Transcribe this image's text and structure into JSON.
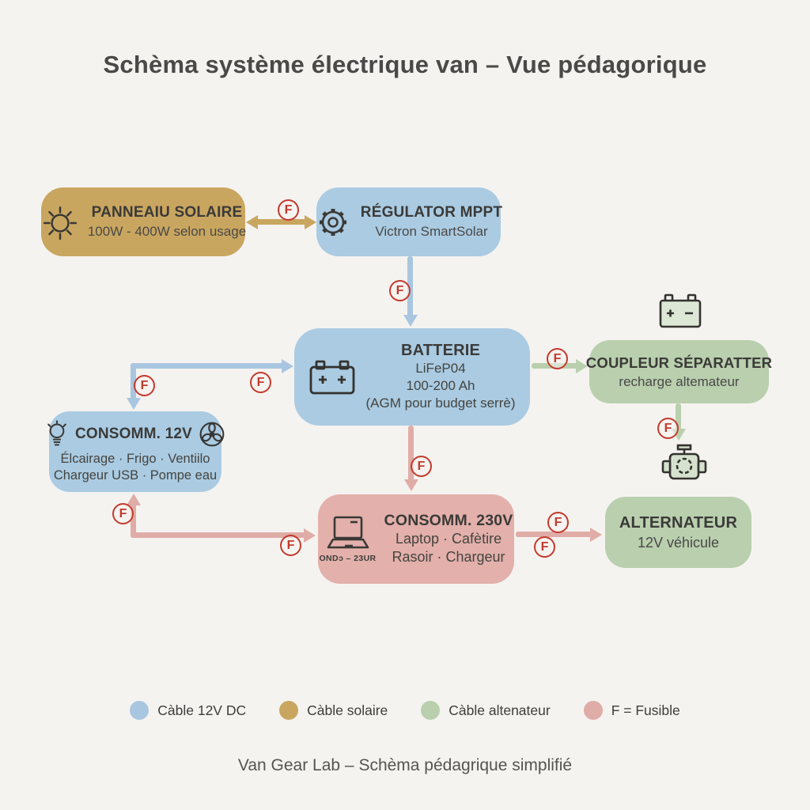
{
  "title": "Schèma système électrique van – Vue pédagorique",
  "nodes": {
    "solar_panel": {
      "name": "PANNEAIU SOLAIRE",
      "detail": "100W - 400W selon usage"
    },
    "mppt_regulator": {
      "name": "RÉGULATOR MPPT",
      "detail": "Victron SmartSolar"
    },
    "battery": {
      "name": "BATTERIE",
      "line1": "LiFeP04",
      "line2": "100-200 Ah",
      "line3": "(AGM pour budget serrè)"
    },
    "coupler": {
      "name": "COUPLEUR SÉPARATTER",
      "detail": "recharge altemateur"
    },
    "consumers_12v": {
      "name": "CONSOMM. 12V",
      "line1": "Élcairage · Frigo · Ventiilo",
      "line2": "Chargeur USB · Pompe eau"
    },
    "consumers_230v": {
      "name": "CONSOMM. 230V",
      "line1": "Laptop · Cafètire",
      "line2": "Rasoir · Chargeur",
      "icon_caption": "ONDɔ – 23UR"
    },
    "alternator": {
      "name": "ALTERNATEUR",
      "detail": "12V véhicule"
    }
  },
  "fuse_label": "F",
  "legend": {
    "items": [
      {
        "label": "Càble 12V DC",
        "color": "#a9c6e0"
      },
      {
        "label": "Càble solaire",
        "color": "#c9a660"
      },
      {
        "label": "Càble altenateur",
        "color": "#b9cfae"
      },
      {
        "label": "F = Fusible",
        "color": "#e0aca7"
      }
    ]
  },
  "footer": "Van Gear Lab – Schèma pédagrique simplifié",
  "colors": {
    "background": "#f5f3f0",
    "cable_12v_dc": "#a9c6e0",
    "cable_solar": "#c9a660",
    "cable_alternator": "#b9cfae",
    "fuse_pink": "#e0aca7",
    "fuse_ring_red": "#c33a2c",
    "text": "#3d3c3a"
  }
}
